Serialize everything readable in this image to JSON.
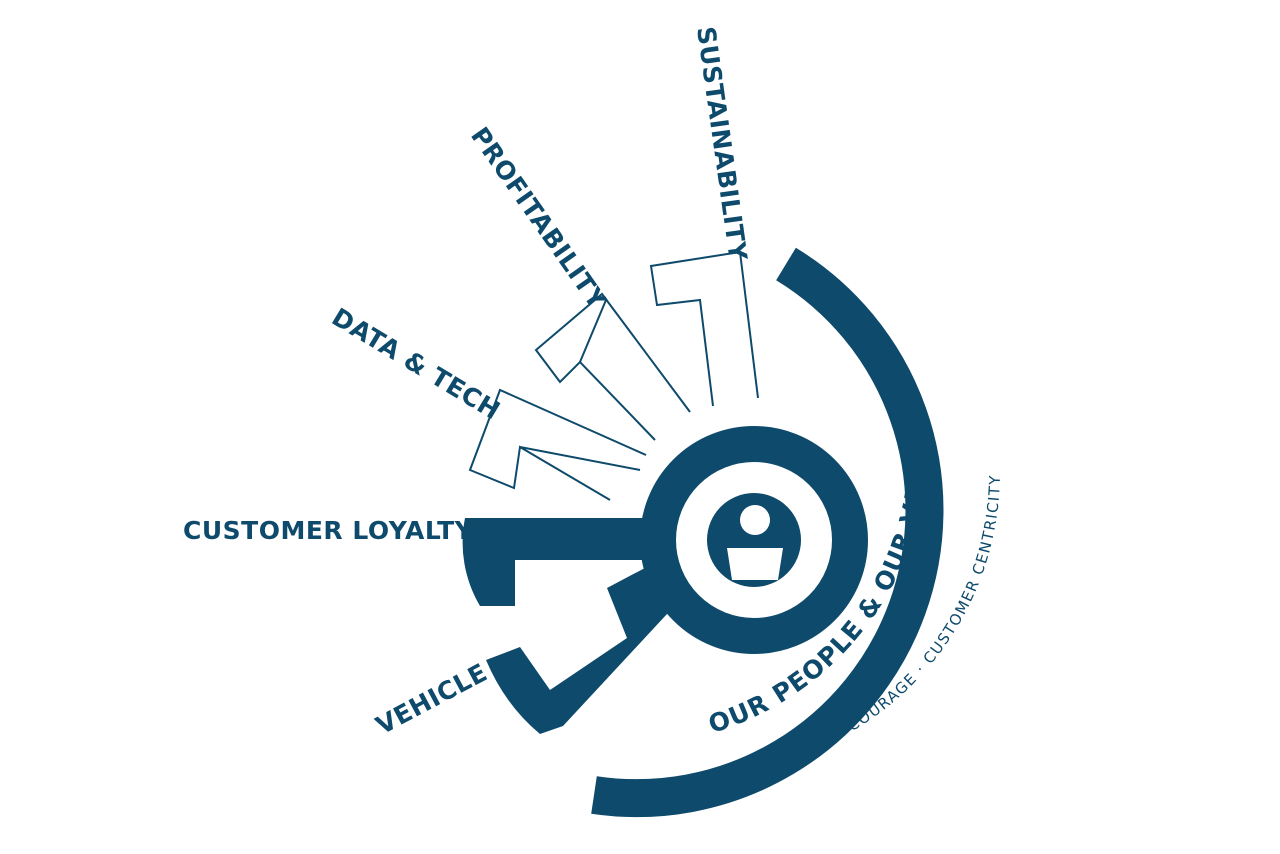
{
  "colors": {
    "primary": "#0e4a6b",
    "background": "#ffffff"
  },
  "icon": "person-icon",
  "pillars": [
    {
      "id": "vehicle",
      "label": "VEHICLE",
      "style": "filled"
    },
    {
      "id": "customer-loyalty",
      "label": "CUSTOMER LOYALTY",
      "style": "filled"
    },
    {
      "id": "data-tech",
      "label": "DATA & TECH",
      "style": "outline"
    },
    {
      "id": "profitability",
      "label": "PROFITABILITY",
      "style": "outline"
    },
    {
      "id": "sustainability",
      "label": "SUSTAINABILITY",
      "style": "outline"
    }
  ],
  "core": {
    "title": "OUR PEOPLE & OUR VALUES",
    "values": "TRUST · COURAGE · CUSTOMER CENTRICITY"
  }
}
